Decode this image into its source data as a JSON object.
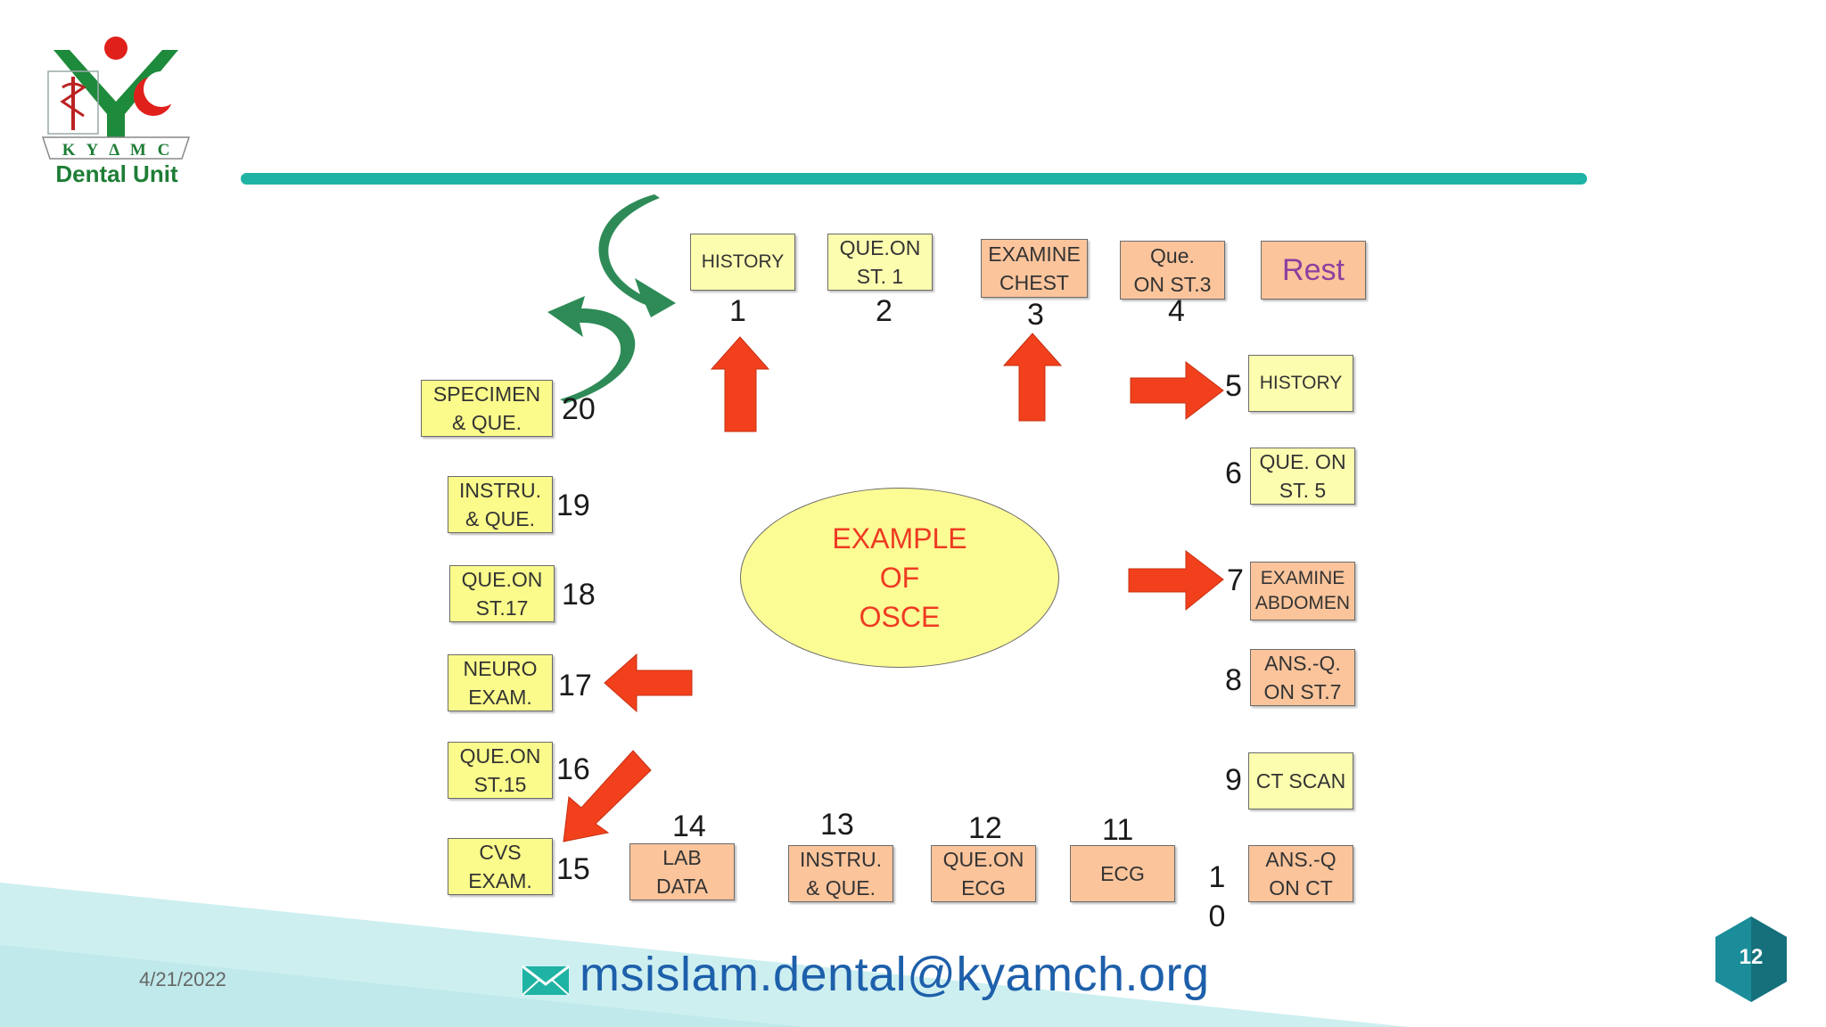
{
  "header": {
    "logo": {
      "kyamc": "K Y Δ M C",
      "unit": "Dental Unit"
    },
    "accent_color": "#1fb3a4"
  },
  "diagram": {
    "center": "EXAMPLE\nOF\nOSCE",
    "stations": [
      {
        "number": "1",
        "label": "HISTORY"
      },
      {
        "number": "2",
        "label": "QUE.ON\nST. 1"
      },
      {
        "number": "3",
        "label": "EXAMINE\nCHEST"
      },
      {
        "number": "4",
        "label": "Que.\nON ST.3"
      },
      {
        "number": "",
        "label": "Rest"
      },
      {
        "number": "5",
        "label": "HISTORY"
      },
      {
        "number": "6",
        "label": "QUE. ON\nST. 5"
      },
      {
        "number": "7",
        "label": "EXAMINE\nABDOMEN"
      },
      {
        "number": "8",
        "label": "ANS.-Q.\nON ST.7"
      },
      {
        "number": "9",
        "label": "CT SCAN"
      },
      {
        "number": "1\n0",
        "label": "ANS.-Q\nON CT"
      },
      {
        "number": "11",
        "label": "ECG"
      },
      {
        "number": "12",
        "label": "QUE.ON\nECG"
      },
      {
        "number": "13",
        "label": "INSTRU.\n& QUE."
      },
      {
        "number": "14",
        "label": "LAB\nDATA"
      },
      {
        "number": "15",
        "label": "CVS\nEXAM."
      },
      {
        "number": "16",
        "label": "QUE.ON\nST.15"
      },
      {
        "number": "17",
        "label": "NEURO\nEXAM."
      },
      {
        "number": "18",
        "label": "QUE.ON\nST.17"
      },
      {
        "number": "19",
        "label": "INSTRU.\n& QUE."
      },
      {
        "number": "20",
        "label": "SPECIMEN\n& QUE."
      }
    ],
    "colors": {
      "yellow": "#fbfb8c",
      "peach": "#fbc49b",
      "arrow_red": "#f2401d",
      "arrow_green": "#2e8b57"
    }
  },
  "footer": {
    "date": "4/21/2022",
    "email": "msislam.dental@kyamch.org",
    "page_number": "12",
    "icons": [
      "mail-icon",
      "hexagon-badge-icon"
    ]
  }
}
